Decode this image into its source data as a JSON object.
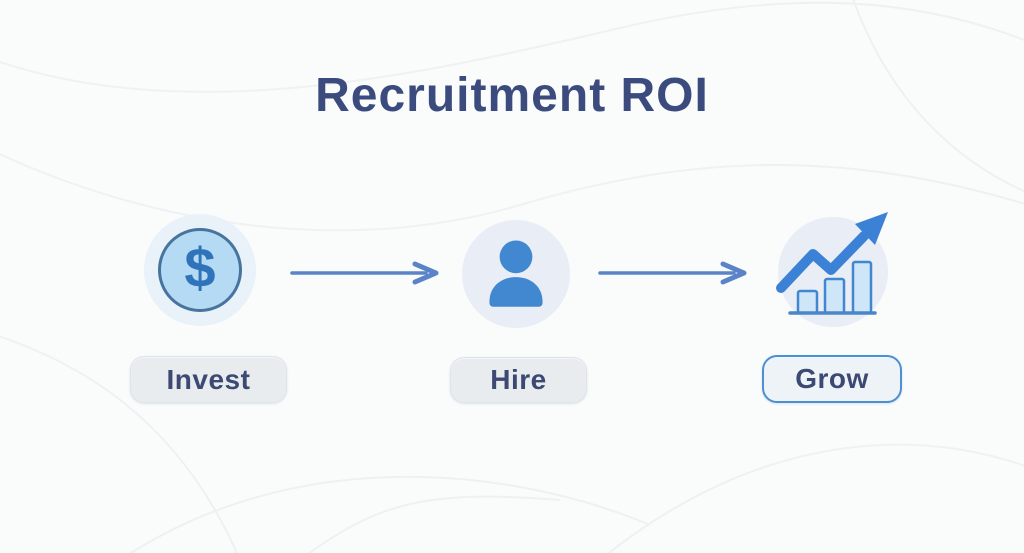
{
  "title": "Recruitment ROI",
  "steps": [
    {
      "label": "Invest",
      "icon": "dollar-coin-icon"
    },
    {
      "label": "Hire",
      "icon": "person-icon"
    },
    {
      "label": "Grow",
      "icon": "growth-chart-icon"
    }
  ],
  "icons": {
    "dollar_glyph": "$"
  },
  "colors": {
    "background": "#fafbfb",
    "contour_line": "#edf0f2",
    "title_text": "#3c4b7e",
    "label_text": "#3c4973",
    "connector_arrow": "#5b83c8",
    "primary_blue": "#4288d1",
    "coin_fill": "#b5daf3",
    "coin_border": "#47749e",
    "coin_halo": "#e9f1f9",
    "node_halo": "#e9eef6",
    "bar_fill": "#cfe6f8",
    "bar_stroke": "#4187d0",
    "growth_arrow": "#3b82d6",
    "pill_background": "#e8ecef",
    "grow_pill_border": "#4b90d2"
  }
}
